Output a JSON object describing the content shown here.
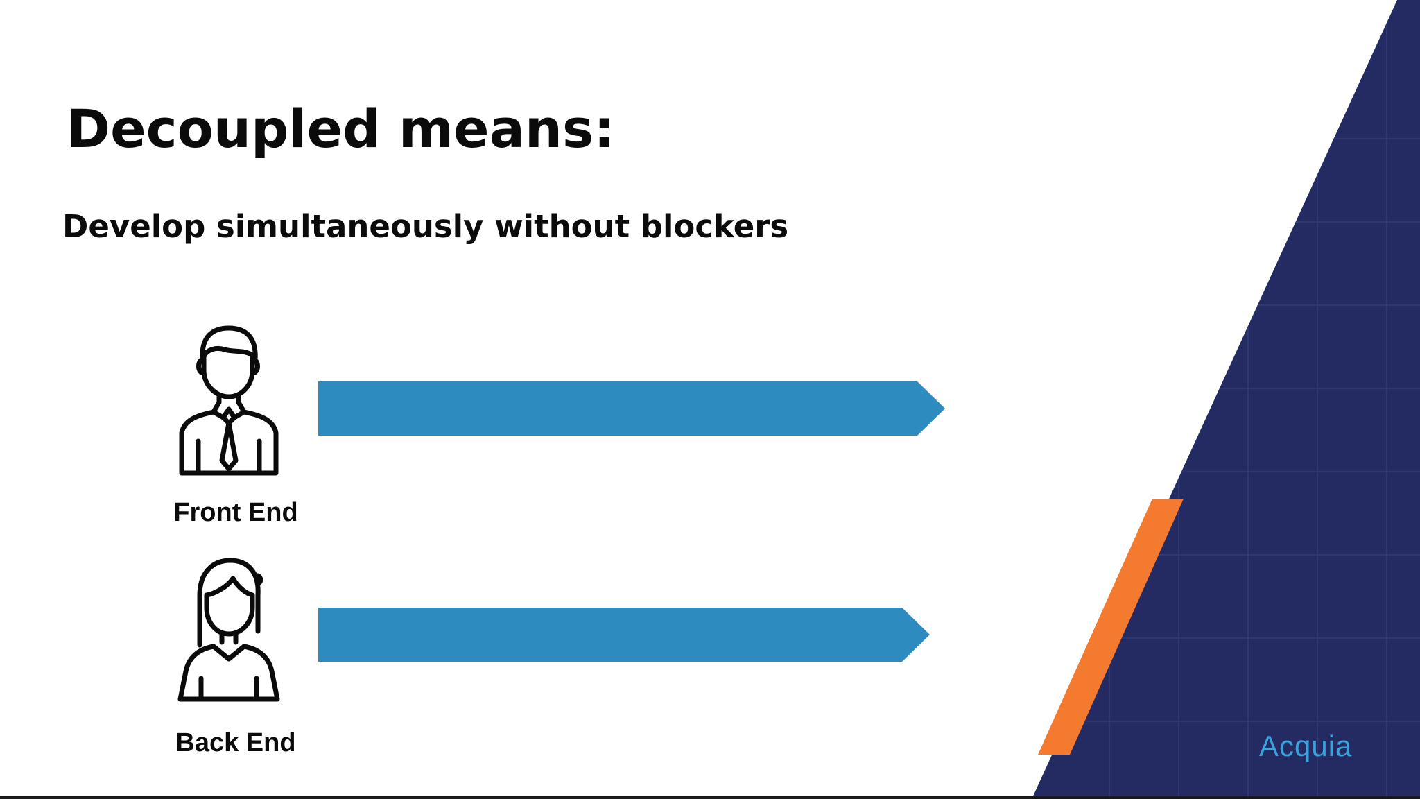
{
  "slide": {
    "title": "Decoupled means:",
    "subtitle": "Develop simultaneously without blockers",
    "roles": [
      {
        "label": "Front End",
        "icon": "male-developer-icon"
      },
      {
        "label": "Back End",
        "icon": "female-developer-icon"
      }
    ],
    "brand": "Acquia",
    "colors": {
      "arrow": "#2e8bc0",
      "navy": "#232b62",
      "orange": "#f37a2f",
      "brand": "#3ba2dc",
      "text": "#0b0b0b"
    }
  }
}
